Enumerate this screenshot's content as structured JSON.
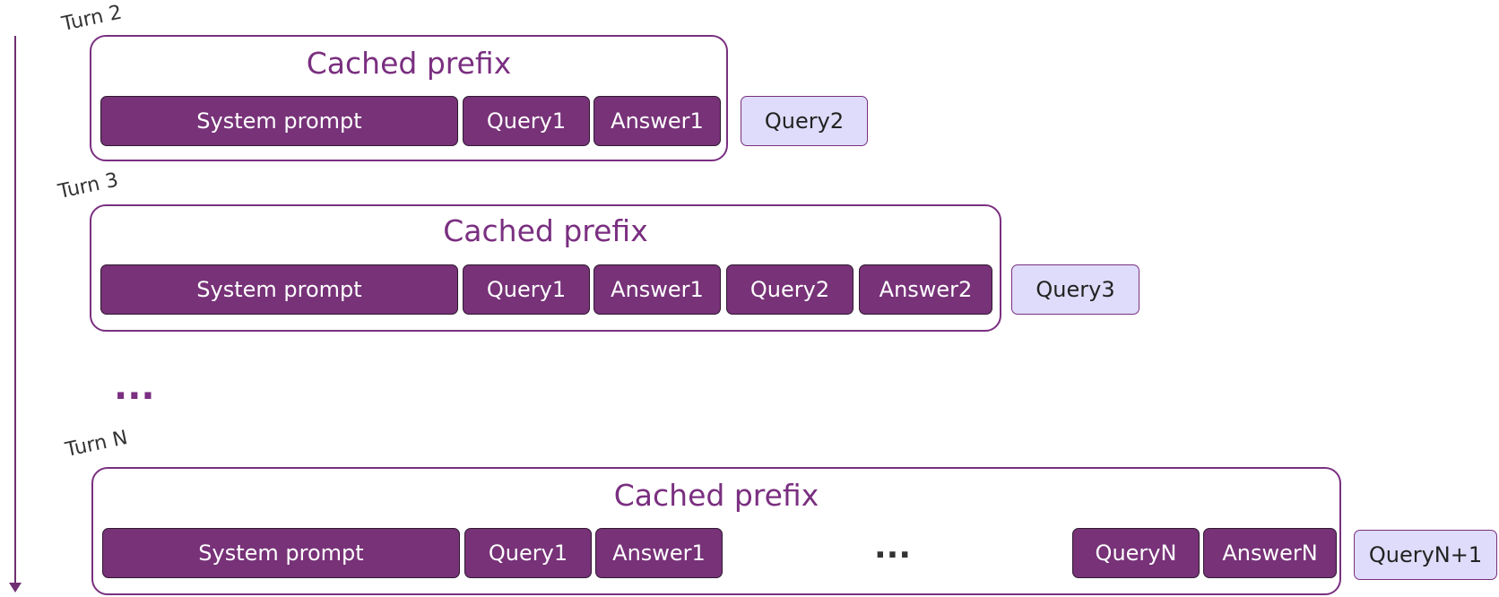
{
  "colors": {
    "cached_segment": "#773278",
    "frame": "#7a2f80",
    "query_box": "#dedcfa"
  },
  "turns": [
    {
      "label": "Turn 2",
      "cache_title": "Cached prefix",
      "segments": [
        "System prompt",
        "Query1",
        "Answer1"
      ],
      "query": "Query2"
    },
    {
      "label": "Turn 3",
      "cache_title": "Cached prefix",
      "segments": [
        "System prompt",
        "Query1",
        "Answer1",
        "Query2",
        "Answer2"
      ],
      "query": "Query3"
    },
    {
      "label": "Turn N",
      "cache_title": "Cached prefix",
      "segments": [
        "System prompt",
        "Query1",
        "Answer1",
        "QueryN",
        "AnswerN"
      ],
      "inline_ellipsis": "...",
      "query": "QueryN+1"
    }
  ],
  "between_turns_ellipsis": "..."
}
